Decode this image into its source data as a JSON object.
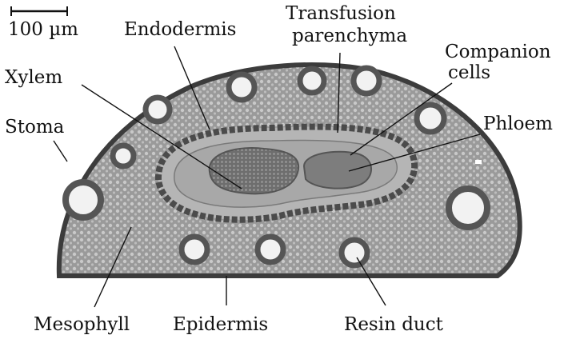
{
  "scale_bar": {
    "label": "100 µm"
  },
  "labels": {
    "endodermis": "Endodermis",
    "transfusion_1": "Transfusion",
    "transfusion_2": "parenchyma",
    "companion_1": "Companion",
    "companion_2": "cells",
    "xylem": "Xylem",
    "phloem": "Phloem",
    "stoma": "Stoma",
    "mesophyll": "Mesophyll",
    "epidermis": "Epidermis",
    "resin_duct": "Resin duct"
  },
  "colors": {
    "tissue": "#8e8e8e",
    "tissue_dark": "#5a5a5a",
    "outline": "#3c3c3c",
    "lumen": "#f2f2f2",
    "vascular": "#6f6f6f"
  }
}
